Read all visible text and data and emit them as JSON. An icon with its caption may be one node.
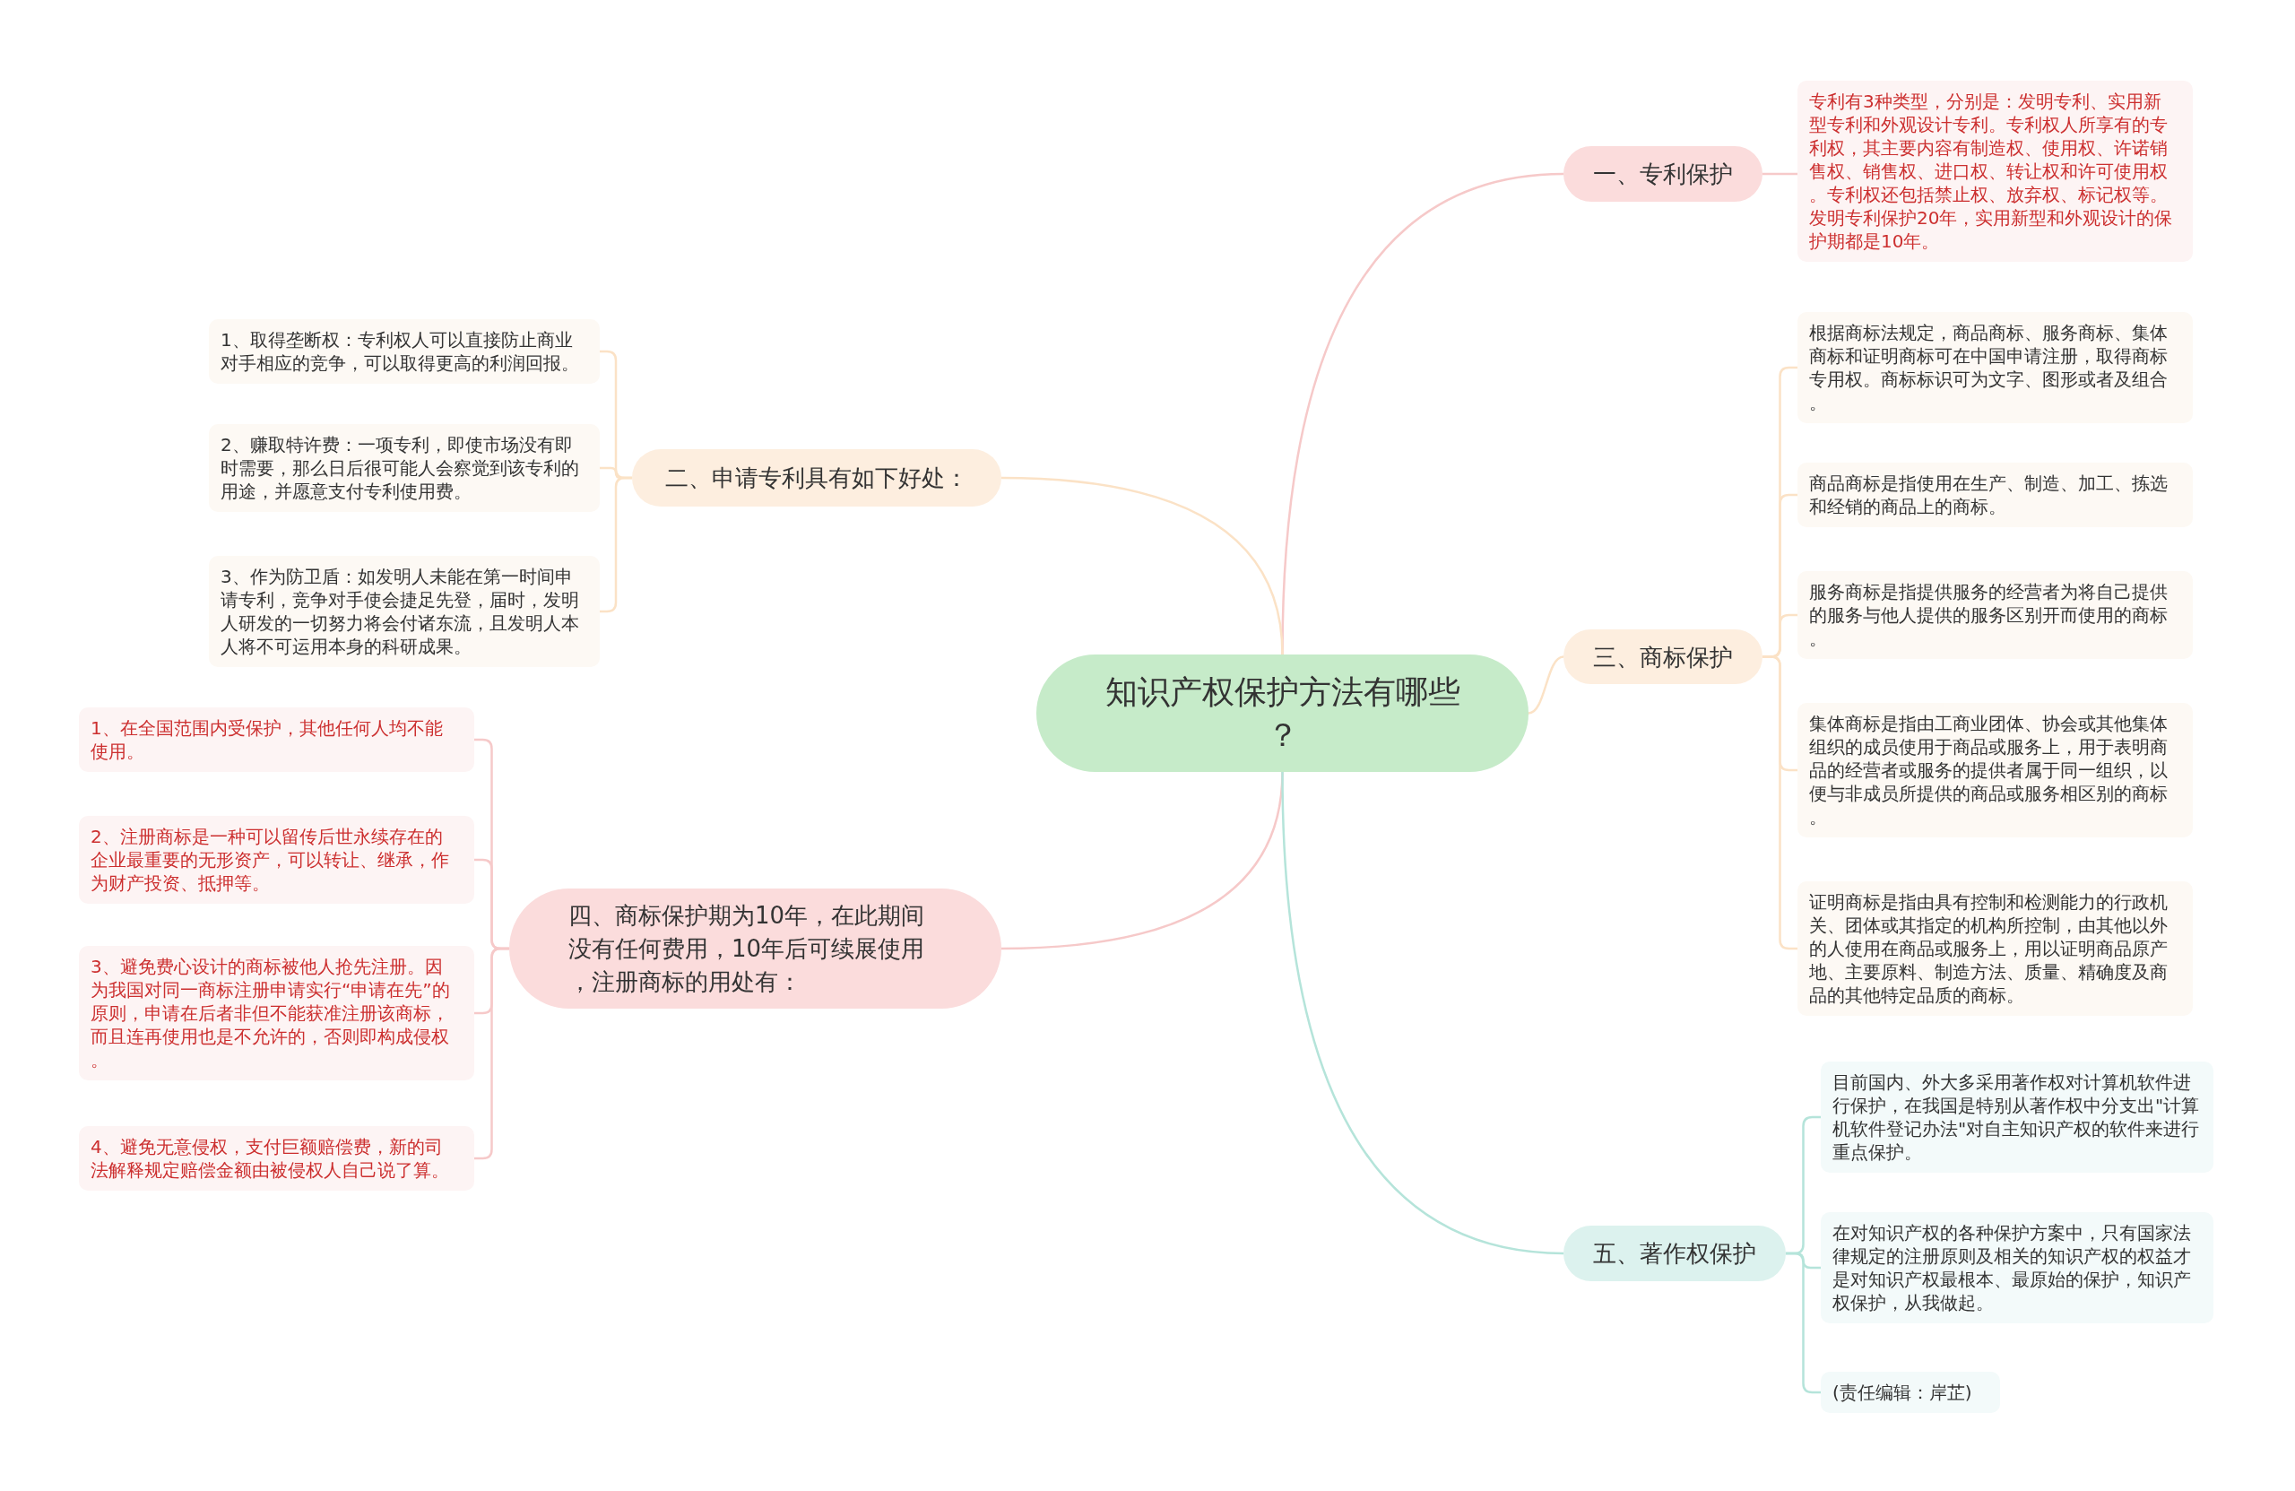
{
  "diagram": {
    "nodes": [
      {
        "text": [
          "知识产权保护方法有哪些？"
        ]
      },
      {
        "text": [
          "一、专利保护"
        ]
      },
      {
        "text": [
          "专利有3种类型，分别是：发明专利、实用新型专利和外观设计专利。专利权人所享有的专利权，其主要内容有制造权、使用权、许诺销售权、销售权、进口权、转让权和许可使用权。专利权还包括禁止权、放弃权、标记权等。发明专利保护20年，实用新型和外观设计的保护期都是10年。"
        ]
      },
      {
        "text": [
          "二、申请专利具有如下好处："
        ]
      },
      {
        "text": [
          "1、取得垄断权：专利权人可以直接防止商业对手相应的竞争，可以取得更高的利润回报。"
        ]
      },
      {
        "text": [
          "2、赚取特许费：一项专利，即使市场没有即时需要，那么日后很可能人会察觉到该专利的用途，并愿意支付专利使用费。"
        ]
      },
      {
        "text": [
          "3、作为防卫盾：如发明人未能在第一时间申请专利，竞争对手使会捷足先登，届时，发明人研发的一切努力将会付诸东流，且发明人本人将不可运用本身的科研成果。"
        ]
      },
      {
        "text": [
          "三、商标保护"
        ]
      },
      {
        "text": [
          "根据商标法规定，商品商标、服务商标、集体商标和证明商标可在中国申请注册，取得商标专用权。商标标识可为文字、图形或者及组合。"
        ]
      },
      {
        "text": [
          "商品商标是指使用在生产、制造、加工、拣选和经销的商品上的商标。"
        ]
      },
      {
        "text": [
          "服务商标是指提供服务的经营者为将自己提供的服务与他人提供的服务区别开而使用的商标。"
        ]
      },
      {
        "text": [
          "集体商标是指由工商业团体、协会或其他集体组织的成员使用于商品或服务上，用于表明商品的经营者或服务的提供者属于同一组织，以便与非成员所提供的商品或服务相区别的商标。"
        ]
      },
      {
        "text": [
          "证明商标是指由具有控制和检测能力的行政机关、团体或其指定的机构所控制，由其他以外的人使用在商品或服务上，用以证明商品原产地、主要原料、制造方法、质量、精确度及商品的其他特定品质的商标。"
        ]
      },
      {
        "text": [
          "四、商标保护期为10年，在此期间没有任何费用，10年后可续展使用，注册商标的用处有："
        ]
      },
      {
        "text": [
          "1、在全国范围内受保护，其他任何人均不能使用。"
        ]
      },
      {
        "text": [
          "2、注册商标是一种可以留传后世永续存在的企业最重要的无形资产，可以转让、继承，作为财产投资、抵押等。"
        ]
      },
      {
        "text": [
          "3、避免费心设计的商标被他人抢先注册。因为我国对同一商标注册申请实行“申请在先”的原则，申请在后者非但不能获准注册该商标，而且连再使用也是不允许的，否则即构成侵权。"
        ]
      },
      {
        "text": [
          "4、避免无意侵权，支付巨额赔偿费，新的司法解释规定赔偿金额由被侵权人自己说了算。"
        ]
      },
      {
        "text": [
          "五、著作权保护"
        ]
      },
      {
        "text": [
          "目前国内、外大多采用著作权对计算机软件进行保护，在我国是特别从著作权中分支出\"计算机软件登记办法\"对自主知识产权的软件来进行重点保护。"
        ]
      },
      {
        "text": [
          "在对知识产权的各种保护方案中，只有国家法律规定的注册原则及相关的知识产权的权益才是对知识产权最根本、最原始的保护，知识产权保护，从我做起。"
        ]
      },
      {
        "text": [
          "(责任编辑：岸芷)"
        ]
      }
    ],
    "edges": [
      {
        "from": 0,
        "to": 1,
        "arrow": "none",
        "color": "#f6c9c9"
      },
      {
        "from": 1,
        "to": 2,
        "arrow": "none",
        "color": "#f6c9c9"
      },
      {
        "from": 0,
        "to": 3,
        "arrow": "none"
      },
      {
        "from": 3,
        "to": 4,
        "arrow": "none"
      },
      {
        "from": 3,
        "to": 5,
        "arrow": "none"
      },
      {
        "from": 3,
        "to": 6,
        "arrow": "none"
      },
      {
        "from": 0,
        "to": 7,
        "arrow": "none"
      },
      {
        "from": 7,
        "to": 8,
        "arrow": "none"
      },
      {
        "from": 7,
        "to": 9,
        "arrow": "none"
      },
      {
        "from": 7,
        "to": 10,
        "arrow": "none"
      },
      {
        "from": 7,
        "to": 11,
        "arrow": "none"
      },
      {
        "from": 7,
        "to": 12,
        "arrow": "none"
      },
      {
        "from": 0,
        "to": 13,
        "arrow": "none",
        "color": "#f6c9c9"
      },
      {
        "from": 13,
        "to": 14,
        "arrow": "none",
        "color": "#f6c9c9"
      },
      {
        "from": 13,
        "to": 15,
        "arrow": "none",
        "color": "#f6c9c9"
      },
      {
        "from": 13,
        "to": 16,
        "arrow": "none",
        "color": "#f6c9c9"
      },
      {
        "from": 13,
        "to": 17,
        "arrow": "none",
        "color": "#f6c9c9"
      },
      {
        "from": 0,
        "to": 18,
        "arrow": "none",
        "color": "#b5e4da"
      },
      {
        "from": 18,
        "to": 19,
        "arrow": "none",
        "color": "#b5e4da"
      },
      {
        "from": 18,
        "to": 20,
        "arrow": "none",
        "color": "#b5e4da"
      },
      {
        "from": 18,
        "to": 21,
        "arrow": "none",
        "color": "#b5e4da"
      }
    ]
  }
}
